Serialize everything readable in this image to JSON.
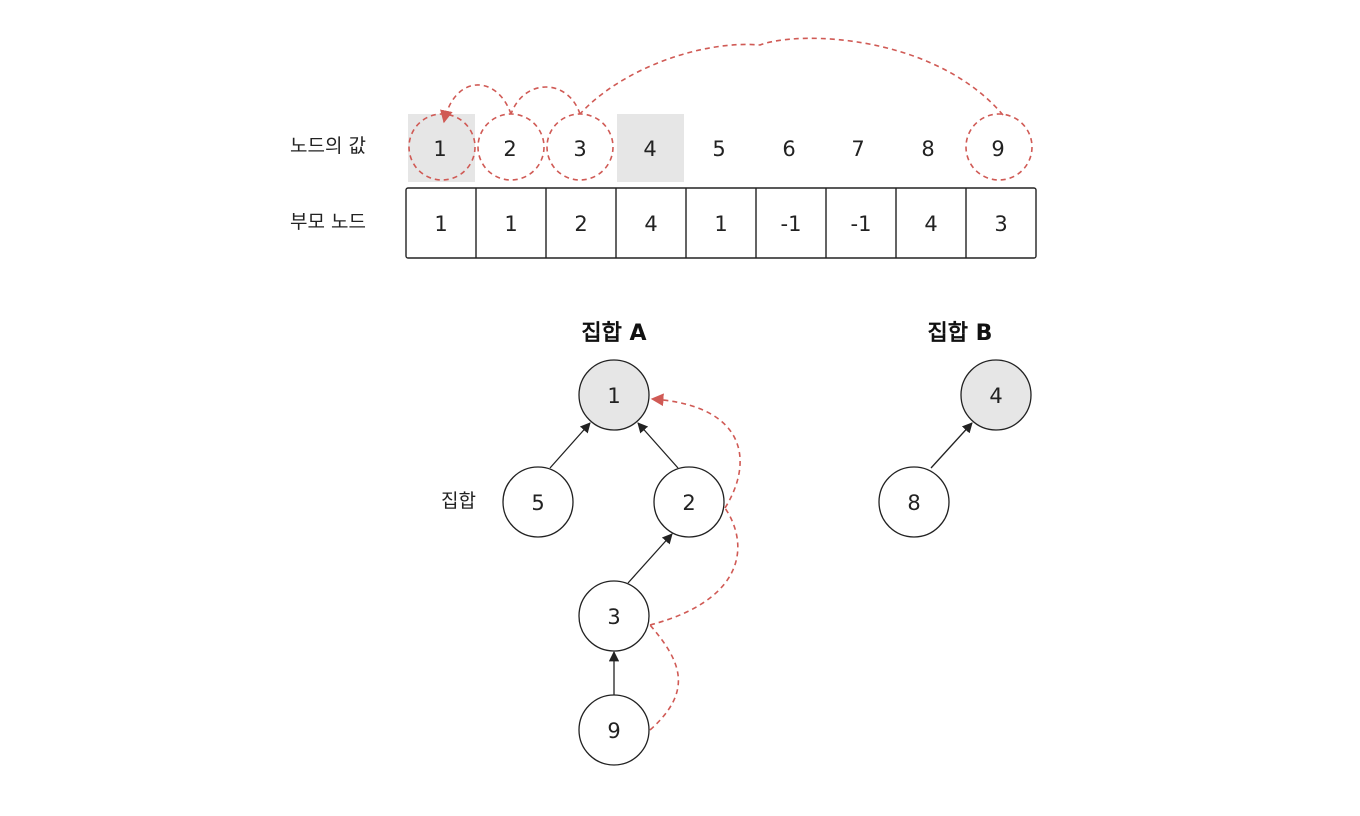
{
  "labels": {
    "node_values": "노드의 값",
    "parent_nodes": "부모 노드",
    "set_a": "집합 A",
    "set_b": "집합 B",
    "side_note": "집합"
  },
  "node_values": [
    "1",
    "2",
    "3",
    "4",
    "5",
    "6",
    "7",
    "8",
    "9"
  ],
  "parents": [
    "1",
    "1",
    "2",
    "4",
    "1",
    "-1",
    "-1",
    "4",
    "3"
  ],
  "highlighted_roots": [
    "1",
    "4"
  ],
  "find_path_circled": [
    "1",
    "2",
    "3",
    "9"
  ],
  "tree_nodes": [
    "1",
    "5",
    "2",
    "3",
    "9",
    "4",
    "8"
  ],
  "colors": {
    "highlight": "#e6e6e6",
    "dashed": "#d05a55",
    "stroke": "#222222"
  }
}
